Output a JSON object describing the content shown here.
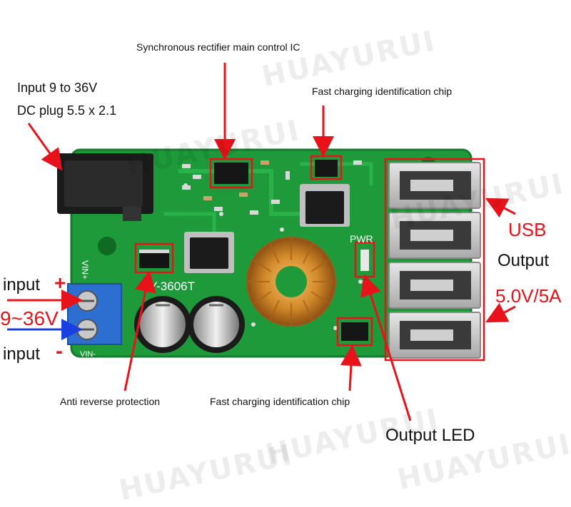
{
  "watermark": "HUAYURUI",
  "board": {
    "model": "XY-3606T",
    "pin_vin_plus": "VIN+",
    "pin_vin_minus": "VIN-",
    "pwr": "PWR",
    "colors": {
      "pcb": "#1e9a3a",
      "pcb_dark": "#137a2b",
      "terminal": "#2d6fd0",
      "arrow": "#e8131a",
      "input_wire": "#1a3fe0"
    }
  },
  "labels": {
    "sync_ic": "Synchronous rectifier main control IC",
    "input_range": "Input 9 to 36V",
    "dc_plug": "DC plug 5.5 x 2.1",
    "fast_chip_top": "Fast charging identification chip",
    "fast_chip_bottom": "Fast charging identification chip",
    "anti_reverse": "Anti reverse protection",
    "output_led": "Output LED",
    "usb": "USB",
    "output": "Output",
    "output_spec": "5.0V/5A",
    "input_plus_text": "input",
    "input_plus_sign": "+",
    "input_minus_text": "input",
    "input_minus_sign": "-",
    "voltage_range": "9~36V"
  }
}
